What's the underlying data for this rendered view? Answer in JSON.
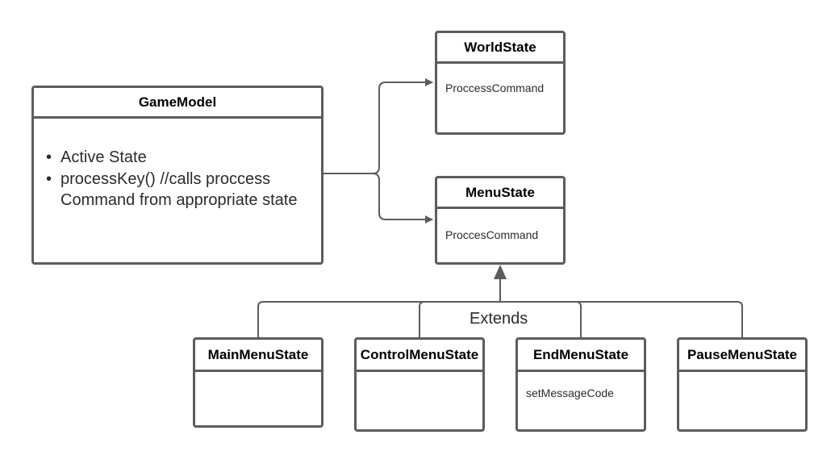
{
  "colors": {
    "stroke": "#5c5c5c",
    "text": "#2b2b2b",
    "title_text": "#000000",
    "background": "#ffffff"
  },
  "game_model": {
    "title": "GameModel",
    "items": [
      "Active State",
      "processKey() //calls proccess Command from appropriate state"
    ]
  },
  "world_state": {
    "title": "WorldState",
    "method": "ProccessCommand"
  },
  "menu_state": {
    "title": "MenuState",
    "method": "ProccesCommand"
  },
  "extends_label": "Extends",
  "subclasses": [
    {
      "title": "MainMenuState",
      "method": ""
    },
    {
      "title": "ControlMenuState",
      "method": ""
    },
    {
      "title": "EndMenuState",
      "method": "setMessageCode"
    },
    {
      "title": "PauseMenuState",
      "method": ""
    }
  ]
}
